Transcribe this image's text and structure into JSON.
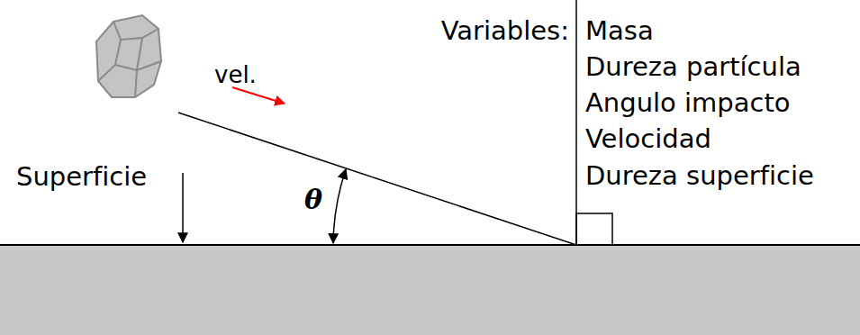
{
  "diagram": {
    "labels": [
      "vel.",
      "θ",
      "Superficie",
      "Variables:",
      "Masa",
      "Dureza partícula",
      "Angulo impacto",
      "Velocidad",
      "Dureza superficie"
    ]
  }
}
